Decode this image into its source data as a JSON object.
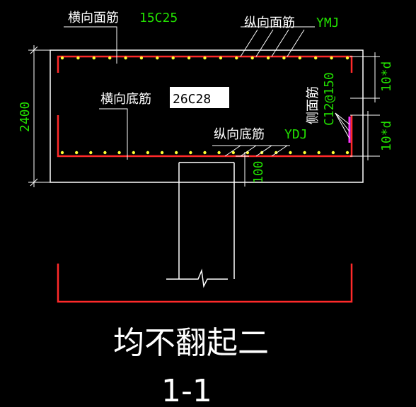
{
  "labels": {
    "top_transverse": "横向面筋",
    "top_transverse_value": "15C25",
    "top_longitudinal": "纵向面筋",
    "top_longitudinal_value": "YMJ",
    "bottom_transverse": "横向底筋",
    "bottom_transverse_value": "26C28",
    "bottom_longitudinal": "纵向底筋",
    "bottom_longitudinal_value": "YDJ",
    "side_bars": "侧面筋",
    "side_bars_value": "C12@150"
  },
  "dimensions": {
    "height_total": "2400",
    "anchor_top": "10*d",
    "anchor_bottom": "10*d",
    "cover": "100"
  },
  "titles": {
    "main": "均不翻起二",
    "section": "1-1"
  },
  "colors": {
    "background": "#000000",
    "outline": "#ffffff",
    "rebar": "#ff2a2a",
    "bar_dots": "#ffff33",
    "value_text": "#22e000",
    "side_tick": "#ff33ff"
  }
}
